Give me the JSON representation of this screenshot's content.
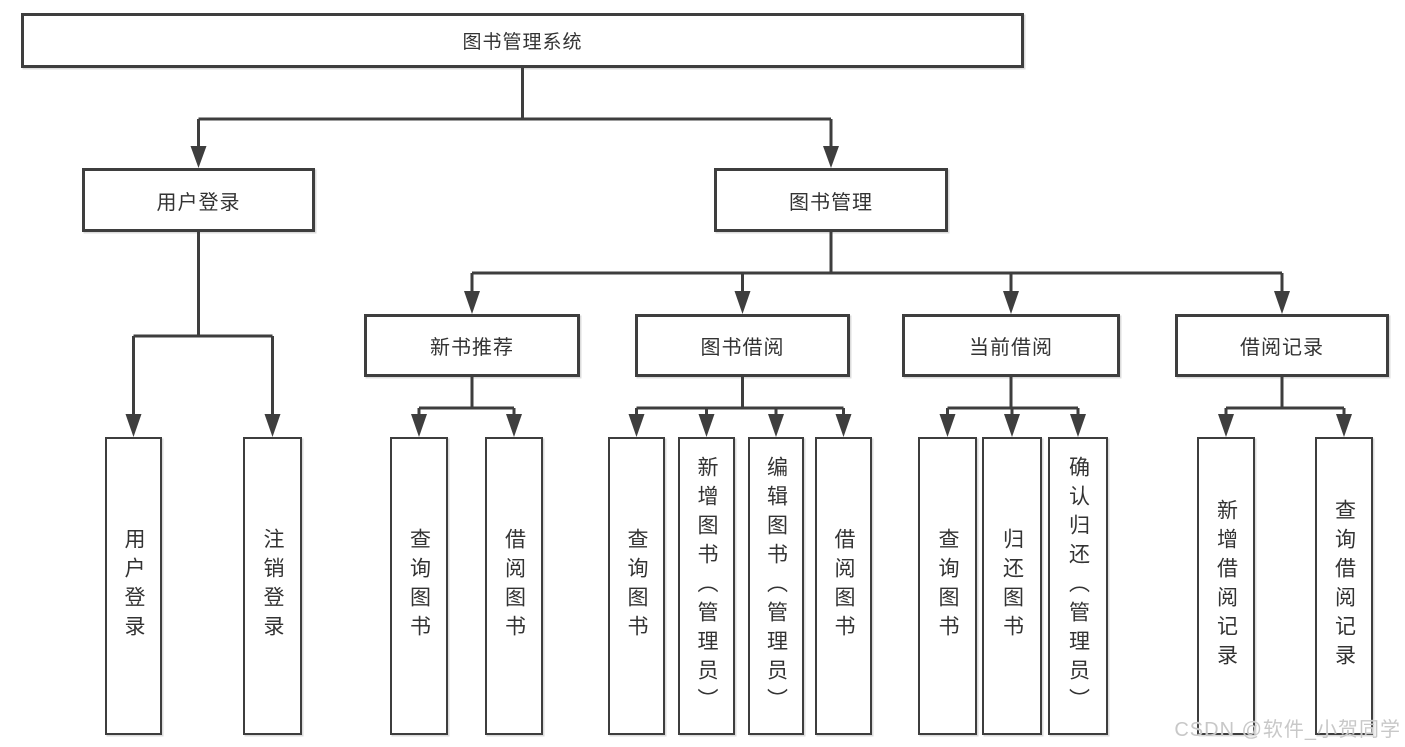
{
  "diagram": {
    "root": {
      "label": "图书管理系统"
    },
    "level1": {
      "user_login": {
        "label": "用户登录"
      },
      "book_mgmt": {
        "label": "图书管理"
      }
    },
    "level2": {
      "new_books": {
        "label": "新书推荐"
      },
      "book_borrow": {
        "label": "图书借阅"
      },
      "current_borrow": {
        "label": "当前借阅"
      },
      "borrow_records": {
        "label": "借阅记录"
      }
    },
    "leaves": {
      "user_login": [
        "用户登录",
        "注销登录"
      ],
      "new_books": [
        "查询图书",
        "借阅图书"
      ],
      "book_borrow": [
        "查询图书",
        "新增图书（管理员）",
        "编辑图书（管理员）",
        "借阅图书"
      ],
      "current_borrow": [
        "查询图书",
        "归还图书",
        "确认归还（管理员）"
      ],
      "borrow_records": [
        "新增借阅记录",
        "查询借阅记录"
      ]
    }
  },
  "watermark": {
    "text": "CSDN @软件_小贺同学"
  },
  "colors": {
    "line": "#3e3e3e",
    "text": "#333333",
    "watermark": "#c8c8c8",
    "background": "#ffffff"
  }
}
